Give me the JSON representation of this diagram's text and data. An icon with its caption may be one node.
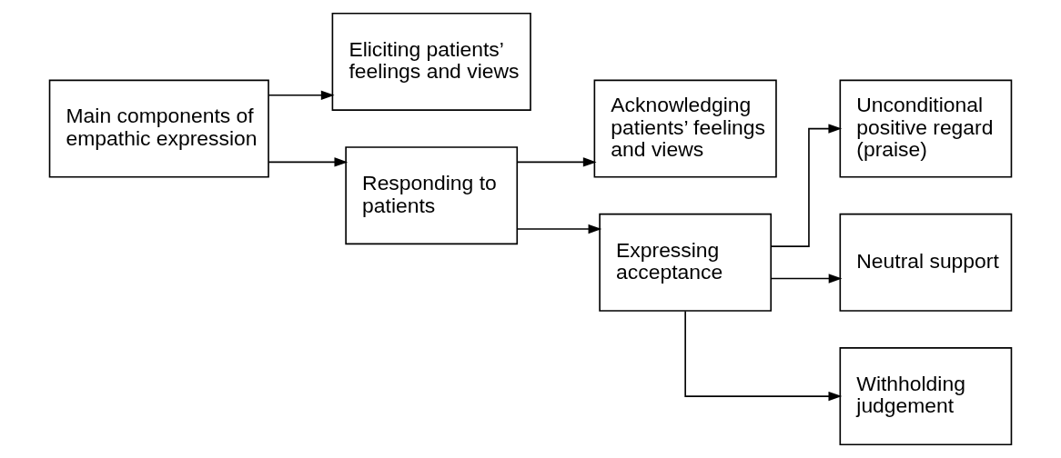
{
  "diagram": {
    "nodes": [
      {
        "text": [
          "Main components of empathic expression"
        ]
      },
      {
        "text": [
          "Eliciting patients’ feelings and views"
        ]
      },
      {
        "text": [
          "Responding to patients"
        ]
      },
      {
        "text": [
          "Acknowledging patients’ feelings and views"
        ]
      },
      {
        "text": [
          "Expressing acceptance"
        ]
      },
      {
        "text": [
          "Unconditional positive regard (praise)"
        ]
      },
      {
        "text": [
          "Neutral support"
        ]
      },
      {
        "text": [
          "Withholding judgement"
        ]
      }
    ],
    "edges": [
      {
        "from": 0,
        "to": 1,
        "arrow": "to"
      },
      {
        "from": 0,
        "to": 2,
        "arrow": "to"
      },
      {
        "from": 2,
        "to": 3,
        "arrow": "to"
      },
      {
        "from": 2,
        "to": 4,
        "arrow": "to"
      },
      {
        "from": 4,
        "to": 5,
        "arrow": "to"
      },
      {
        "from": 4,
        "to": 6,
        "arrow": "to"
      },
      {
        "from": 4,
        "to": 7,
        "arrow": "to"
      }
    ]
  }
}
